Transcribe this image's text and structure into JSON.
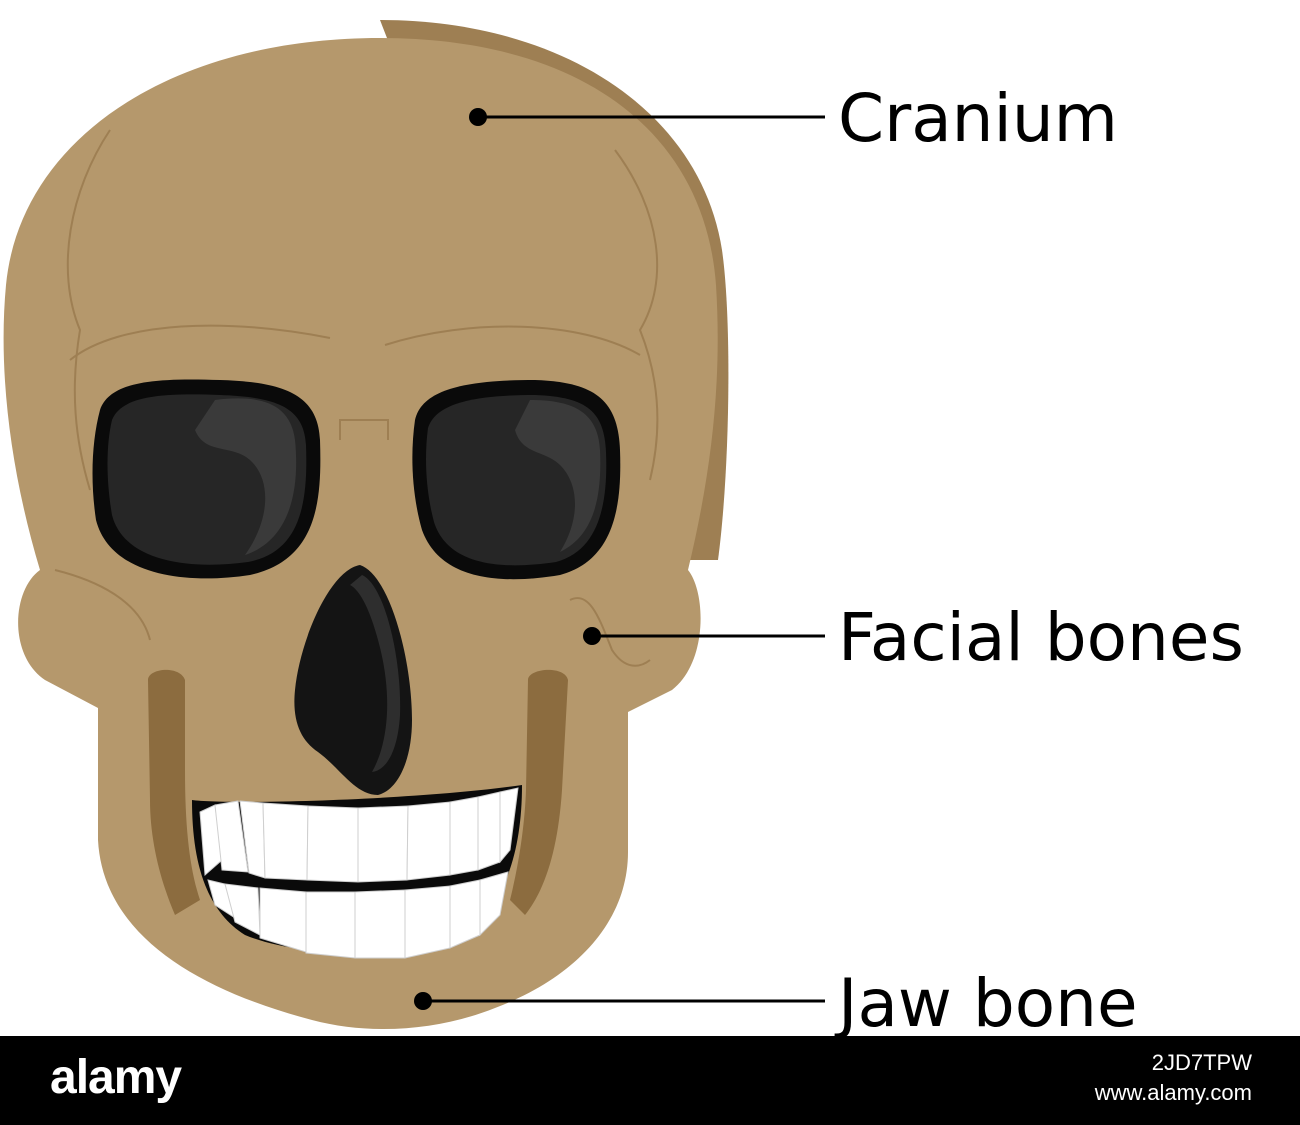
{
  "labels": {
    "cranium": "Cranium",
    "facial_bones": "Facial bones",
    "jaw_bone": "Jaw bone"
  },
  "colors": {
    "bone": "#b5986c",
    "bone_shadow": "#9e7f53",
    "bone_dark": "#8c6c3f",
    "socket": "#141414",
    "teeth": "#ffffff",
    "line": "#000000"
  },
  "watermark": {
    "logo": "alamy",
    "image_id": "2JD7TPW",
    "site": "www.alamy.com"
  }
}
